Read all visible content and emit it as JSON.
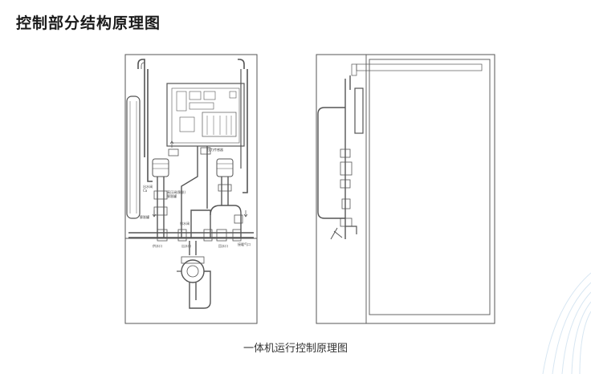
{
  "page": {
    "title": "控制部分结构原理图",
    "caption": "一体机运行控制原理图"
  },
  "labels": {
    "l1": "出水阀",
    "l1b": "Ca",
    "l2": "高压阀(膨胀)",
    "l2b": "膨胀罐",
    "l3": "压力传感器",
    "l4": "膨胀罐",
    "l5": "排水阀",
    "l6": "供水口",
    "l7": "出水口",
    "l8": "回水口",
    "l9": "接暖气口"
  },
  "colors": {
    "line": "#555555",
    "panel": "#555555",
    "accent_arc": "#d7e6f2"
  }
}
